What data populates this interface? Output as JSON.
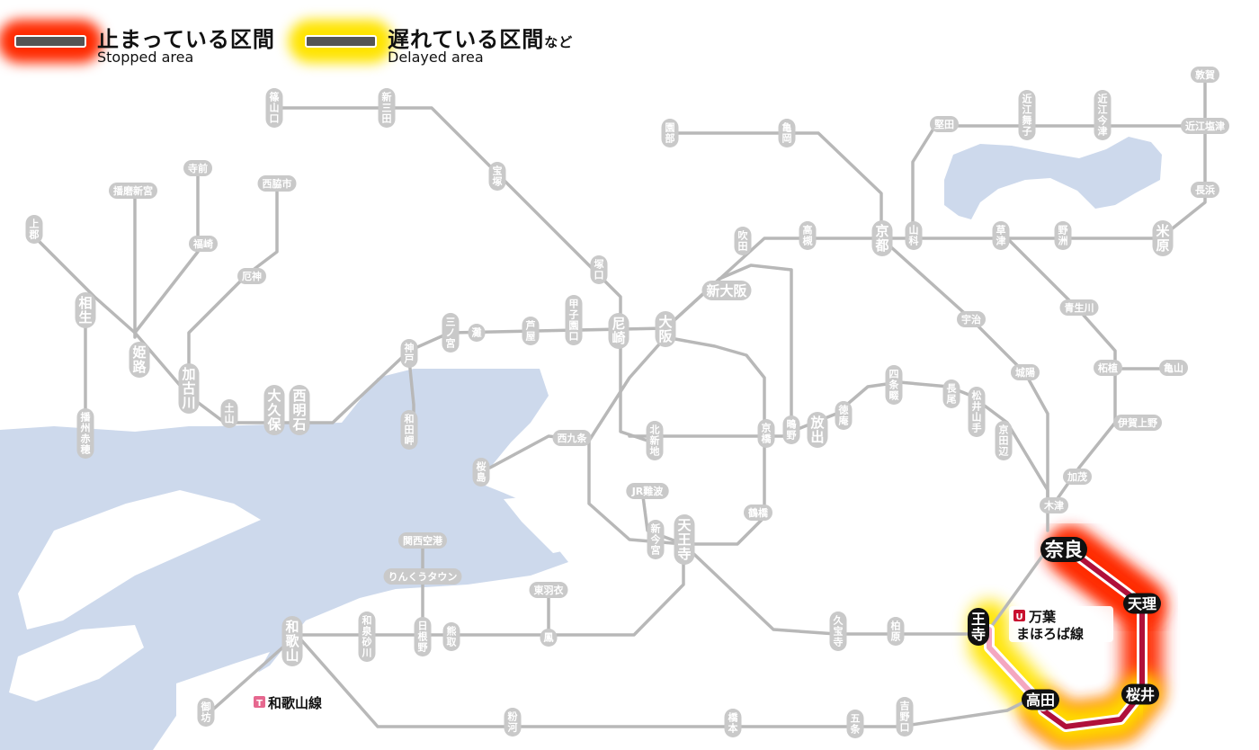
{
  "legend": {
    "stopped": {
      "ja": "止まっている区間",
      "en": "Stopped area",
      "color": "#ff2a00"
    },
    "delayed": {
      "ja": "遅れている区間",
      "ja_suffix": "など",
      "en": "Delayed area",
      "color": "#ffe400"
    }
  },
  "colors": {
    "water": "#cdd9ec",
    "line": "#b8b8b8",
    "label_bg": "#c9c9c9",
    "label_text": "#ffffff",
    "highlight_bg": "#111111",
    "manyo_line": "#b0103a",
    "wakayama_line": "#f4a7c0"
  },
  "line_badges": {
    "manyo": {
      "letter": "U",
      "name": "万葉\nまほろば線",
      "color": "#c8102e"
    },
    "wakayama": {
      "letter": "T",
      "name": "和歌山線",
      "color": "#e6688f"
    }
  },
  "stations": [
    {
      "name": "篠山口"
    },
    {
      "name": "新三田"
    },
    {
      "name": "宝塚"
    },
    {
      "name": "園部"
    },
    {
      "name": "亀岡"
    },
    {
      "name": "堅田"
    },
    {
      "name": "近江舞子"
    },
    {
      "name": "近江今津"
    },
    {
      "name": "敦賀"
    },
    {
      "name": "近江塩津"
    },
    {
      "name": "長浜"
    },
    {
      "name": "米原"
    },
    {
      "name": "野洲"
    },
    {
      "name": "草津"
    },
    {
      "name": "山科"
    },
    {
      "name": "京都"
    },
    {
      "name": "高槻"
    },
    {
      "name": "吹田"
    },
    {
      "name": "新大阪"
    },
    {
      "name": "塚口"
    },
    {
      "name": "寺前"
    },
    {
      "name": "播磨新宮"
    },
    {
      "name": "西脇市"
    },
    {
      "name": "福崎"
    },
    {
      "name": "上郡"
    },
    {
      "name": "相生"
    },
    {
      "name": "姫路"
    },
    {
      "name": "厄神"
    },
    {
      "name": "加古川"
    },
    {
      "name": "土山"
    },
    {
      "name": "大久保"
    },
    {
      "name": "西明石"
    },
    {
      "name": "神戸"
    },
    {
      "name": "三ノ宮"
    },
    {
      "name": "灘"
    },
    {
      "name": "芦屋"
    },
    {
      "name": "甲子園口"
    },
    {
      "name": "尼崎"
    },
    {
      "name": "大阪"
    },
    {
      "name": "和田岬"
    },
    {
      "name": "播州赤穂"
    },
    {
      "name": "宇治"
    },
    {
      "name": "城陽"
    },
    {
      "name": "青生川"
    },
    {
      "name": "柘植"
    },
    {
      "name": "亀山"
    },
    {
      "name": "伊賀上野"
    },
    {
      "name": "加茂"
    },
    {
      "name": "木津"
    },
    {
      "name": "四条畷"
    },
    {
      "name": "長尾"
    },
    {
      "name": "松井山手"
    },
    {
      "name": "京田辺"
    },
    {
      "name": "徳庵"
    },
    {
      "name": "放出"
    },
    {
      "name": "鴫野"
    },
    {
      "name": "京橋"
    },
    {
      "name": "北新地"
    },
    {
      "name": "西九条"
    },
    {
      "name": "桜島"
    },
    {
      "name": "鶴橋"
    },
    {
      "name": "JR難波"
    },
    {
      "name": "新今宮"
    },
    {
      "name": "天王寺"
    },
    {
      "name": "関西空港"
    },
    {
      "name": "りんくうタウン"
    },
    {
      "name": "東羽衣"
    },
    {
      "name": "鳳"
    },
    {
      "name": "日根野"
    },
    {
      "name": "熊取"
    },
    {
      "name": "和泉砂川"
    },
    {
      "name": "和歌山"
    },
    {
      "name": "御坊"
    },
    {
      "name": "粉河"
    },
    {
      "name": "橋本"
    },
    {
      "name": "五条"
    },
    {
      "name": "吉野口"
    },
    {
      "name": "久宝寺"
    },
    {
      "name": "柏原"
    },
    {
      "name": "王寺"
    },
    {
      "name": "高田"
    },
    {
      "name": "桜井"
    },
    {
      "name": "天理"
    },
    {
      "name": "奈良"
    }
  ]
}
